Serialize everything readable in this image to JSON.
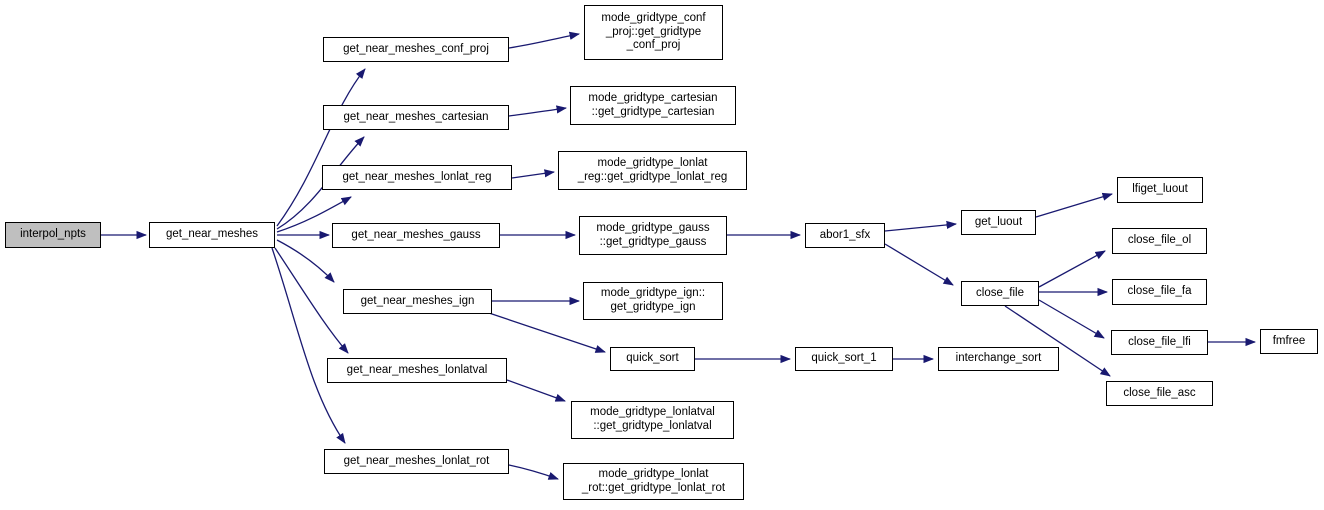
{
  "diagram": {
    "type": "call-graph",
    "background_color": "#ffffff",
    "edge_color": "#191970",
    "node_border_color": "#000000",
    "highlight_fill": "#bfbfbf",
    "nodes": [
      {
        "id": "interpol_npts",
        "label": "interpol_npts",
        "highlighted": true
      },
      {
        "id": "get_near_meshes",
        "label": "get_near_meshes",
        "highlighted": false
      },
      {
        "id": "get_near_meshes_conf_proj",
        "label": "get_near_meshes_conf_proj",
        "highlighted": false
      },
      {
        "id": "get_near_meshes_cartesian",
        "label": "get_near_meshes_cartesian",
        "highlighted": false
      },
      {
        "id": "get_near_meshes_lonlat_reg",
        "label": "get_near_meshes_lonlat_reg",
        "highlighted": false
      },
      {
        "id": "get_near_meshes_gauss",
        "label": "get_near_meshes_gauss",
        "highlighted": false
      },
      {
        "id": "get_near_meshes_ign",
        "label": "get_near_meshes_ign",
        "highlighted": false
      },
      {
        "id": "get_near_meshes_lonlatval",
        "label": "get_near_meshes_lonlatval",
        "highlighted": false
      },
      {
        "id": "get_near_meshes_lonlat_rot",
        "label": "get_near_meshes_lonlat_rot",
        "highlighted": false
      },
      {
        "id": "mode_gridtype_conf_proj",
        "label": "mode_gridtype_conf\n_proj::get_gridtype\n_conf_proj",
        "highlighted": false
      },
      {
        "id": "mode_gridtype_cartesian",
        "label": "mode_gridtype_cartesian\n::get_gridtype_cartesian",
        "highlighted": false
      },
      {
        "id": "mode_gridtype_lonlat_reg",
        "label": "mode_gridtype_lonlat\n_reg::get_gridtype_lonlat_reg",
        "highlighted": false
      },
      {
        "id": "mode_gridtype_gauss",
        "label": "mode_gridtype_gauss\n::get_gridtype_gauss",
        "highlighted": false
      },
      {
        "id": "mode_gridtype_ign",
        "label": "mode_gridtype_ign::\nget_gridtype_ign",
        "highlighted": false
      },
      {
        "id": "quick_sort",
        "label": "quick_sort",
        "highlighted": false
      },
      {
        "id": "mode_gridtype_lonlatval",
        "label": "mode_gridtype_lonlatval\n::get_gridtype_lonlatval",
        "highlighted": false
      },
      {
        "id": "mode_gridtype_lonlat_rot",
        "label": "mode_gridtype_lonlat\n_rot::get_gridtype_lonlat_rot",
        "highlighted": false
      },
      {
        "id": "abor1_sfx",
        "label": "abor1_sfx",
        "highlighted": false
      },
      {
        "id": "quick_sort_1",
        "label": "quick_sort_1",
        "highlighted": false
      },
      {
        "id": "interchange_sort",
        "label": "interchange_sort",
        "highlighted": false
      },
      {
        "id": "get_luout",
        "label": "get_luout",
        "highlighted": false
      },
      {
        "id": "close_file",
        "label": "close_file",
        "highlighted": false
      },
      {
        "id": "lfiget_luout",
        "label": "lfiget_luout",
        "highlighted": false
      },
      {
        "id": "close_file_ol",
        "label": "close_file_ol",
        "highlighted": false
      },
      {
        "id": "close_file_fa",
        "label": "close_file_fa",
        "highlighted": false
      },
      {
        "id": "close_file_lfi",
        "label": "close_file_lfi",
        "highlighted": false
      },
      {
        "id": "close_file_asc",
        "label": "close_file_asc",
        "highlighted": false
      },
      {
        "id": "fmfree",
        "label": "fmfree",
        "highlighted": false
      }
    ],
    "edges": [
      {
        "from": "interpol_npts",
        "to": "get_near_meshes"
      },
      {
        "from": "get_near_meshes",
        "to": "get_near_meshes_conf_proj"
      },
      {
        "from": "get_near_meshes",
        "to": "get_near_meshes_cartesian"
      },
      {
        "from": "get_near_meshes",
        "to": "get_near_meshes_lonlat_reg"
      },
      {
        "from": "get_near_meshes",
        "to": "get_near_meshes_gauss"
      },
      {
        "from": "get_near_meshes",
        "to": "get_near_meshes_ign"
      },
      {
        "from": "get_near_meshes",
        "to": "get_near_meshes_lonlatval"
      },
      {
        "from": "get_near_meshes",
        "to": "get_near_meshes_lonlat_rot"
      },
      {
        "from": "get_near_meshes_conf_proj",
        "to": "mode_gridtype_conf_proj"
      },
      {
        "from": "get_near_meshes_cartesian",
        "to": "mode_gridtype_cartesian"
      },
      {
        "from": "get_near_meshes_lonlat_reg",
        "to": "mode_gridtype_lonlat_reg"
      },
      {
        "from": "get_near_meshes_gauss",
        "to": "mode_gridtype_gauss"
      },
      {
        "from": "get_near_meshes_ign",
        "to": "mode_gridtype_ign"
      },
      {
        "from": "get_near_meshes_ign",
        "to": "quick_sort"
      },
      {
        "from": "get_near_meshes_lonlatval",
        "to": "mode_gridtype_lonlatval"
      },
      {
        "from": "get_near_meshes_lonlat_rot",
        "to": "mode_gridtype_lonlat_rot"
      },
      {
        "from": "mode_gridtype_gauss",
        "to": "abor1_sfx"
      },
      {
        "from": "abor1_sfx",
        "to": "get_luout"
      },
      {
        "from": "abor1_sfx",
        "to": "close_file"
      },
      {
        "from": "get_luout",
        "to": "lfiget_luout"
      },
      {
        "from": "close_file",
        "to": "close_file_ol"
      },
      {
        "from": "close_file",
        "to": "close_file_fa"
      },
      {
        "from": "close_file",
        "to": "close_file_lfi"
      },
      {
        "from": "close_file",
        "to": "close_file_asc"
      },
      {
        "from": "close_file_lfi",
        "to": "fmfree"
      },
      {
        "from": "quick_sort",
        "to": "quick_sort_1"
      },
      {
        "from": "quick_sort_1",
        "to": "interchange_sort"
      }
    ]
  }
}
